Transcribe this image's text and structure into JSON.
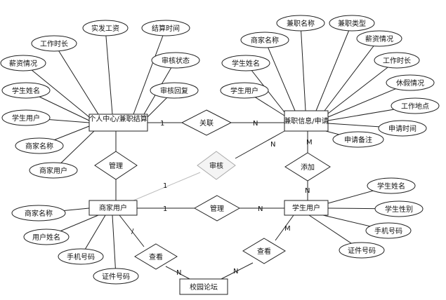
{
  "entities": {
    "personal_center": "个人中心/兼职结算",
    "job_info": "兼职信息/申请",
    "merchant": "商家用户",
    "student": "学生用户",
    "forum": "校园论坛"
  },
  "relationships": {
    "link": "关联",
    "manage_left": "管理",
    "review": "审核",
    "add": "添加",
    "manage_mid": "管理",
    "view_left": "查看",
    "view_right": "查看"
  },
  "attributes": {
    "personal_center": [
      "实发工资",
      "结算时间",
      "工作时长",
      "薪资情况",
      "审核状态",
      "学生姓名",
      "审核回复",
      "学生用户",
      "商家名称",
      "商家用户"
    ],
    "job_info": [
      "兼职名称",
      "兼职类型",
      "商家名称",
      "薪资情况",
      "学生姓名",
      "工作时长",
      "休假情况",
      "学生用户",
      "工作地点",
      "申请时间",
      "申请备注"
    ],
    "merchant": [
      "商家名称",
      "用户姓名",
      "手机号码",
      "证件号码"
    ],
    "student": [
      "学生姓名",
      "学生性别",
      "手机号码",
      "证件号码"
    ]
  },
  "cardinalities": {
    "link_left": "1",
    "link_right": "N",
    "review_left": "1",
    "review_right": "N",
    "add_top": "M",
    "add_bottom": "N",
    "manage_left": "1",
    "manage_right": "N",
    "view_left_top": "/",
    "view_left_bottom": "N",
    "view_right_top": "M",
    "view_right_bottom": "N"
  }
}
